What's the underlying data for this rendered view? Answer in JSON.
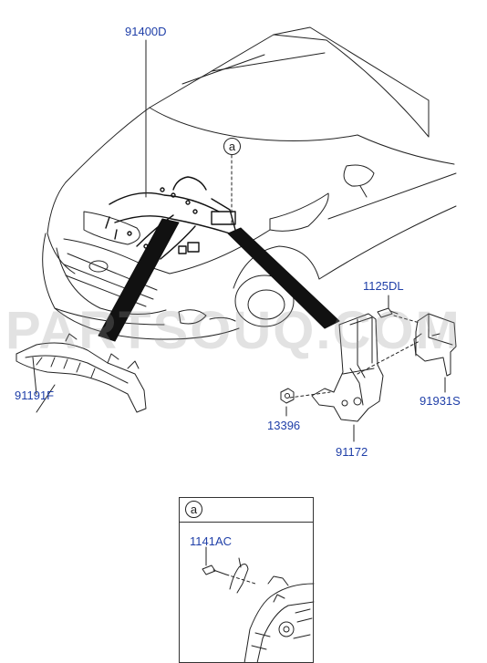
{
  "labels": {
    "harness_front": "91400D",
    "bracket_left": "91191F",
    "bolt_top": "1125DL",
    "bracket_right": "91931S",
    "nut": "13396",
    "bracket_main": "91172",
    "bolt_detail": "1141AC"
  },
  "callout": {
    "main": "a",
    "detail": "a"
  },
  "watermark": "PARTSOUQ.COM"
}
